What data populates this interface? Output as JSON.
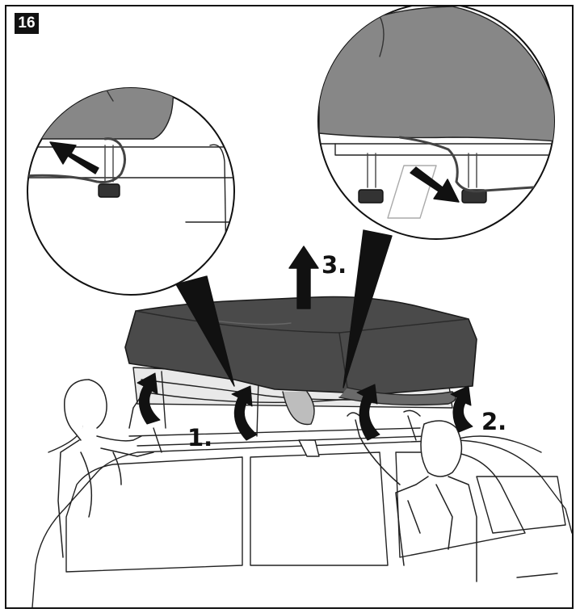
{
  "figure": {
    "step_number": "16",
    "labels": {
      "step1": "1.",
      "step2": "2.",
      "step3": "3."
    }
  },
  "colors": {
    "tent_cover": "#4a4a4a",
    "tent_cover_dark": "#3a3a3a",
    "detail_cover": "#878787",
    "line": "#111111",
    "background": "#ffffff"
  },
  "icons": [
    "curved-arrow-icon",
    "up-arrow-icon",
    "pointer-arrow-icon"
  ]
}
